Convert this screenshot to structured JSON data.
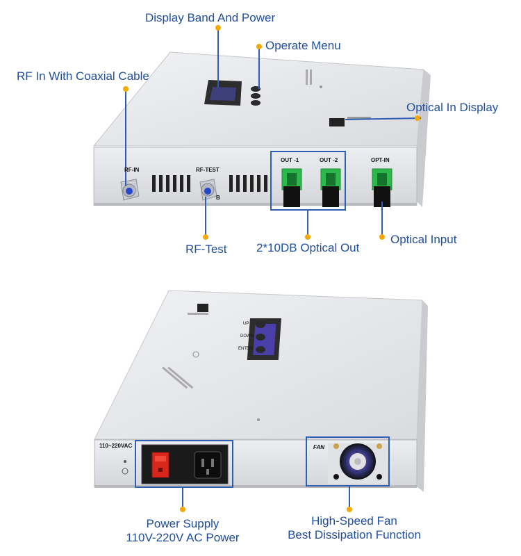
{
  "callouts": {
    "display_band_power": "Display Band And Power",
    "operate_menu": "Operate Menu",
    "rf_in": "RF In With Coaxial Cable",
    "optical_in_display": "Optical In Display",
    "rf_test": "RF-Test",
    "optical_out": "2*10DB Optical Out",
    "optical_input": "Optical Input",
    "power_supply_line1": "Power Supply",
    "power_supply_line2": "110V-220V AC Power",
    "fan_line1": "High-Speed Fan",
    "fan_line2": "Best Dissipation Function"
  },
  "panel_labels": {
    "rf_in": "RF-IN",
    "rf_test": "RF-TEST",
    "out1": "OUT -1",
    "out2": "OUT -2",
    "opt_in": "OPT-IN",
    "rf_test_db": "B",
    "voltage": "110~220VAC",
    "fan": "FAN",
    "down": "DOWN",
    "enter": "ENTER",
    "up": "UP"
  },
  "colors": {
    "callout_text": "#1f4e9c",
    "leader_line": "#2f5fb3",
    "dot": "#f2a900",
    "sc_connector": "#2db84b",
    "lcd": "#4a3fa8",
    "switch": "#d8261c"
  }
}
